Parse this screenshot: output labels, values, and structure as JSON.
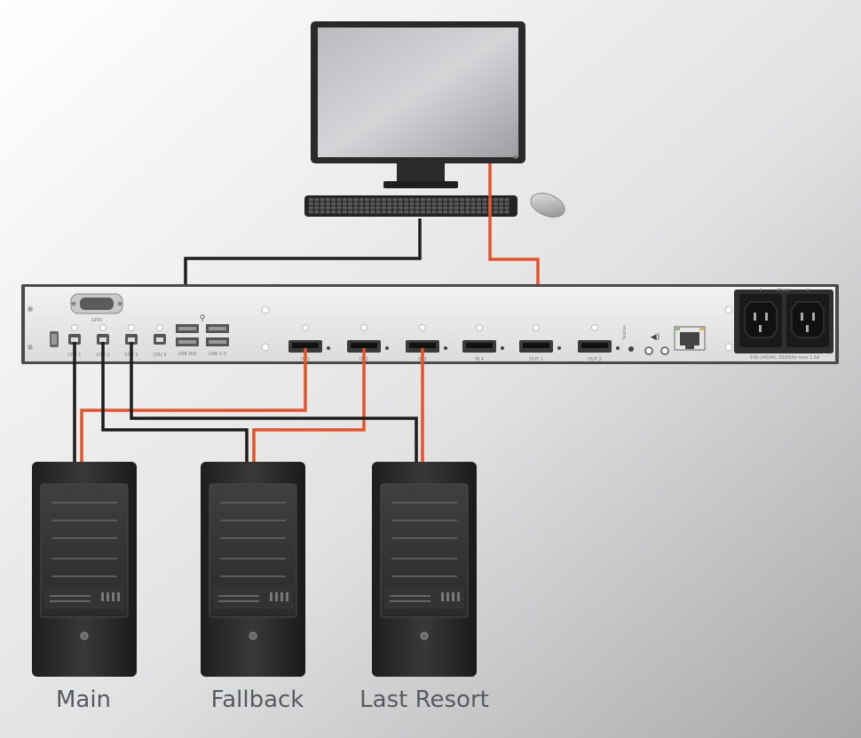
{
  "computers": [
    {
      "label": "Main"
    },
    {
      "label": "Fallback"
    },
    {
      "label": "Last Resort"
    }
  ],
  "panel": {
    "gpio_label": "GPIO",
    "power_label": "Power",
    "power_rating": "100-240VAC 50/60Hz max 1.5A",
    "usb_ports": [
      "CPU 1",
      "CPU 2",
      "CPU 3",
      "CPU 4"
    ],
    "usb_hid_labels": [
      "USB HID",
      "USB 2.0"
    ],
    "video_inputs": [
      "IN 1",
      "IN 2",
      "IN 3",
      "IN 4"
    ],
    "video_outputs": [
      "OUT 1",
      "OUT 2"
    ],
    "status_label": "Status",
    "power_inlet_numbers": [
      "1",
      "2"
    ]
  },
  "colors": {
    "video_cable": "#e4532a",
    "usb_cable": "#1d1d1d",
    "background_light": "#ffffff",
    "background_dark": "#a9a8aa"
  }
}
